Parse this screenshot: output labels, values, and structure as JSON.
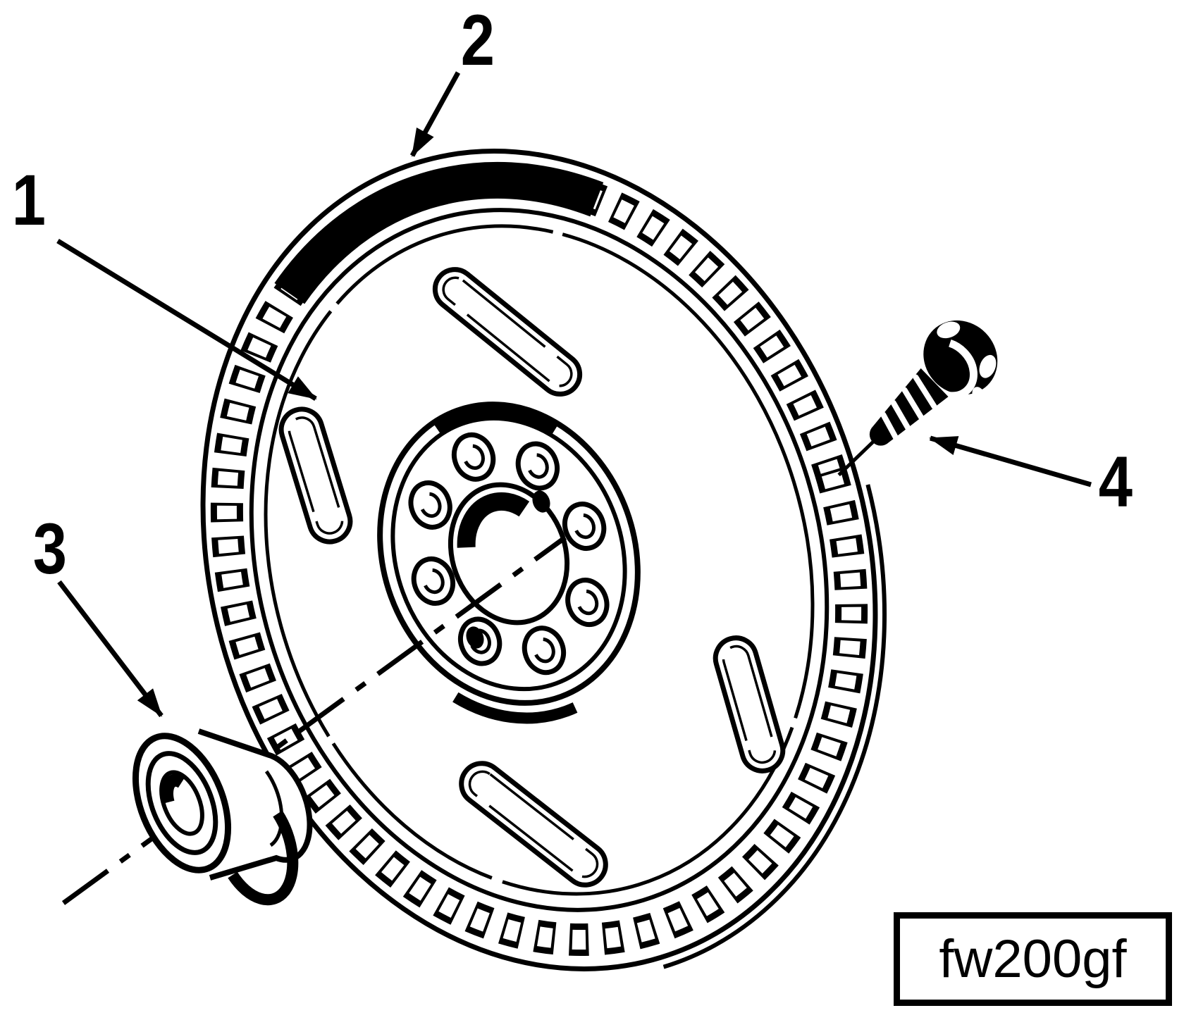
{
  "figure": {
    "code": "fw200gf",
    "callouts": [
      {
        "label": "1"
      },
      {
        "label": "2"
      },
      {
        "label": "3"
      },
      {
        "label": "4"
      }
    ],
    "drawing_elements": [
      "flywheel-with-ring-gear",
      "ring-gear-teeth",
      "flywheel-slots",
      "hub-bolt-holes",
      "center-bore",
      "pilot-bearing",
      "mounting-bolt",
      "center-axis-line"
    ]
  },
  "colors": {
    "ink": "#000000",
    "paper": "#ffffff"
  }
}
